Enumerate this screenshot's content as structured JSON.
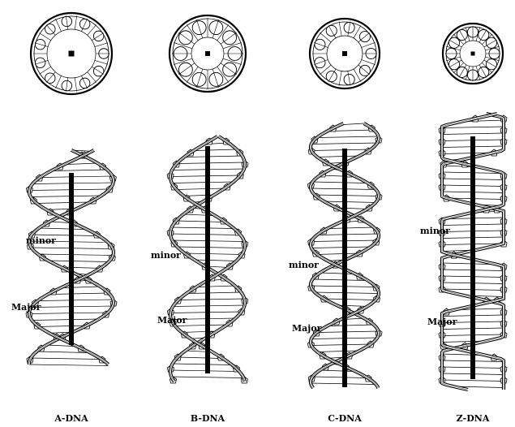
{
  "forms": [
    {
      "id": "a",
      "name": "A-DNA",
      "minor_label": "minor",
      "major_label": "Major"
    },
    {
      "id": "b",
      "name": "B-DNA",
      "minor_label": "minor",
      "major_label": "Major"
    },
    {
      "id": "c",
      "name": "C-DNA",
      "minor_label": "minor",
      "major_label": "Major"
    },
    {
      "id": "z",
      "name": "Z-DNA",
      "minor_label": "minor",
      "major_label": "Major"
    }
  ],
  "colors": {
    "ink": "#000000",
    "strand": "#555555",
    "background": "#ffffff"
  }
}
